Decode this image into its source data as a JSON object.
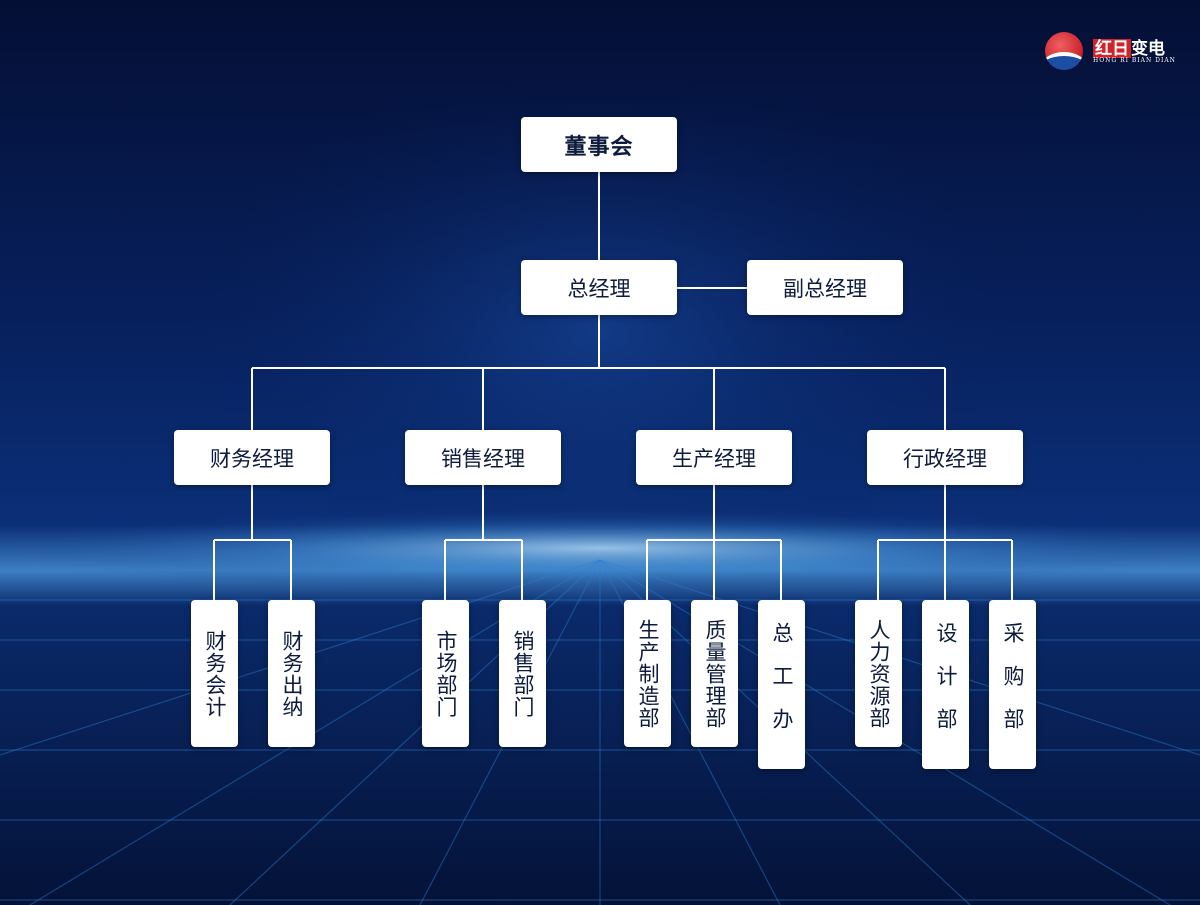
{
  "logo": {
    "highlight": "红日",
    "rest": "变电",
    "english": "HONG RI BIAN DIAN"
  },
  "org": {
    "board": "董事会",
    "general_manager": "总经理",
    "deputy_general_manager": "副总经理",
    "managers": [
      {
        "label": "财务经理",
        "departments": [
          "财务会计",
          "财务出纳"
        ]
      },
      {
        "label": "销售经理",
        "departments": [
          "市场部门",
          "销售部门"
        ]
      },
      {
        "label": "生产经理",
        "departments": [
          "生产制造部",
          "质量管理部",
          "总工办"
        ]
      },
      {
        "label": "行政经理",
        "departments": [
          "人力资源部",
          "设计部",
          "采购部"
        ]
      }
    ]
  },
  "colors": {
    "background_top": "#040f35",
    "background_mid": "#0b2f78",
    "horizon_glow": "#8fd2ff",
    "grid": "#2a7fd0",
    "node_fill": "#ffffff",
    "node_text": "#0d1b3d",
    "connector": "#ffffff",
    "logo_red": "#d2232a"
  }
}
